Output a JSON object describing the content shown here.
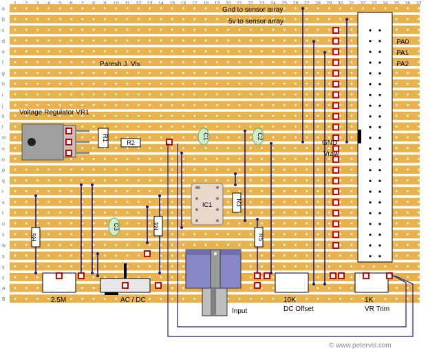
{
  "board": {
    "column_numbers": [
      "1",
      "2",
      "3",
      "4",
      "5",
      "6",
      "7",
      "8",
      "9",
      "10",
      "11",
      "12",
      "13",
      "14",
      "15",
      "16",
      "17",
      "18",
      "19",
      "20",
      "21",
      "22",
      "23",
      "24",
      "25",
      "26",
      "27",
      "28",
      "29",
      "30",
      "31",
      "32",
      "33",
      "34",
      "35",
      "36",
      "37"
    ],
    "row_letters": [
      "a",
      "b",
      "c",
      "d",
      "e",
      "f",
      "g",
      "h",
      "i",
      "j",
      "k",
      "l",
      "m",
      "n",
      "o",
      "p",
      "q",
      "r",
      "s",
      "t",
      "u",
      "v",
      "w",
      "x",
      "y",
      "z",
      "A",
      "B"
    ],
    "strip_color": "#e8b34d",
    "link_color": "#1a1a8c"
  },
  "labels": {
    "author": "Paresh J. Vis",
    "voltage_regulator": "Voltage Regulator VR1",
    "gnd_to_sensor": "Gnd to sensor array",
    "fivev_to_sensor": "5v to sensor array",
    "pa0": "PA0",
    "pa1": "PA1",
    "pa2": "PA2",
    "gnd": "GND",
    "vraw": "Vraw",
    "pot_25m": "2.5M",
    "switch_acdc": "AC / DC",
    "input": "Input",
    "pot_10k": "10K",
    "dc_offset": "DC Offset",
    "pot_1k": "1K",
    "vr_trim": "VR Trim",
    "credit": "© www.petervis.com"
  },
  "components": {
    "r1": "R1",
    "r2": "R2",
    "r3": "R3",
    "r4": "R4",
    "r5": "R5",
    "r6": "R6",
    "c1": "C1",
    "c2": "C2",
    "c3": "C3",
    "ic1": "IC1"
  }
}
